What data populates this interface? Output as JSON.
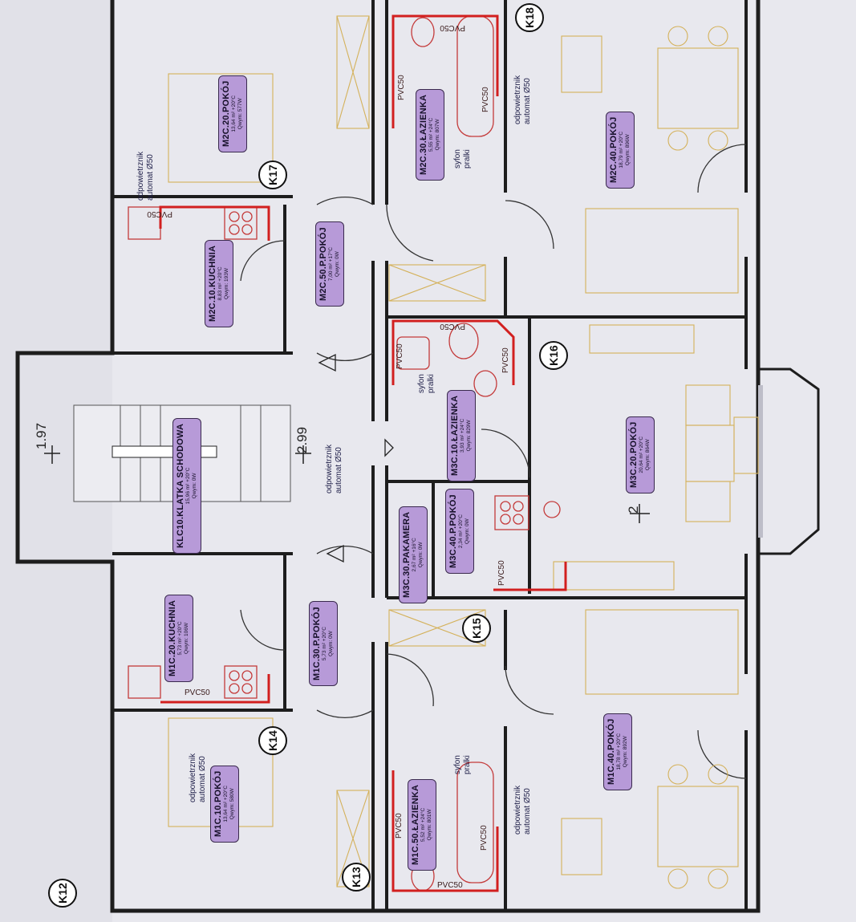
{
  "rooms": [
    {
      "name": "M2C.20.POKÓJ",
      "line2": "13,64 m² +20°C",
      "line3": "Qwym: 577W"
    },
    {
      "name": "M2C.30.ŁAZIENKA",
      "line2": "5,55 m² +24°C",
      "line3": "Qwym: 807W"
    },
    {
      "name": "M2C.40.POKÓJ",
      "line2": "18,79 m² +20°C",
      "line3": "Qwym: 896W"
    },
    {
      "name": "M2C.10.KUCHNIA",
      "line2": "8,83 m² +20°C",
      "line3": "Qwym: 193W"
    },
    {
      "name": "M2C.50.P.POKÓJ",
      "line2": "7,00 m² +17°C",
      "line3": "Qwym: 0W"
    },
    {
      "name": "KLC10.KLATKA SCHODOWA",
      "line2": "15,96 m² +20°C",
      "line3": "Qwym: 0W"
    },
    {
      "name": "M3C.10.ŁAZIENKA",
      "line2": "3,93 m² +24°C",
      "line3": "Qwym: 829W"
    },
    {
      "name": "M3C.20.POKÓJ",
      "line2": "20,64 m² +20°C",
      "line3": "Qwym: 864W"
    },
    {
      "name": "M3C.30.PAKAMERA",
      "line2": "2,67 m² +16°C",
      "line3": "Qwym: 0W"
    },
    {
      "name": "M3C.40.P.POKÓJ",
      "line2": "2,34 m² +20°C",
      "line3": "Qwym: 0W"
    },
    {
      "name": "M1C.20.KUCHNIA",
      "line2": "5,73 m² +20°C",
      "line3": "Qwym: 106W"
    },
    {
      "name": "M1C.30.P.POKÓJ",
      "line2": "5,73 m² +20°C",
      "line3": "Qwym: 0W"
    },
    {
      "name": "M1C.10.POKÓJ",
      "line2": "13,64 m² +20°C",
      "line3": "Qwym: 580W"
    },
    {
      "name": "M1C.50.ŁAZIENKA",
      "line2": "5,52 m² +24°C",
      "line3": "Qwym: 801W"
    },
    {
      "name": "M1C.40.POKÓJ",
      "line2": "18,78 m² +20°C",
      "line3": "Qwym: 892W"
    }
  ],
  "markers": [
    "K12",
    "K13",
    "K14",
    "K15",
    "K16",
    "K17",
    "K18"
  ],
  "levels": [
    "1.97",
    "2.99",
    "2"
  ],
  "pipe_label": "PVC50",
  "vent_line1": "odpowietrznik",
  "vent_line2": "automat Ø50",
  "sink_label_1": "syfon",
  "sink_label_2": "pralki",
  "colors": {
    "tag_fill": "#b79ad8",
    "pipe": "#d21f1f",
    "wall": "#1d1d1d",
    "furniture": "#d4b15a",
    "fixture": "#c43a3a"
  }
}
